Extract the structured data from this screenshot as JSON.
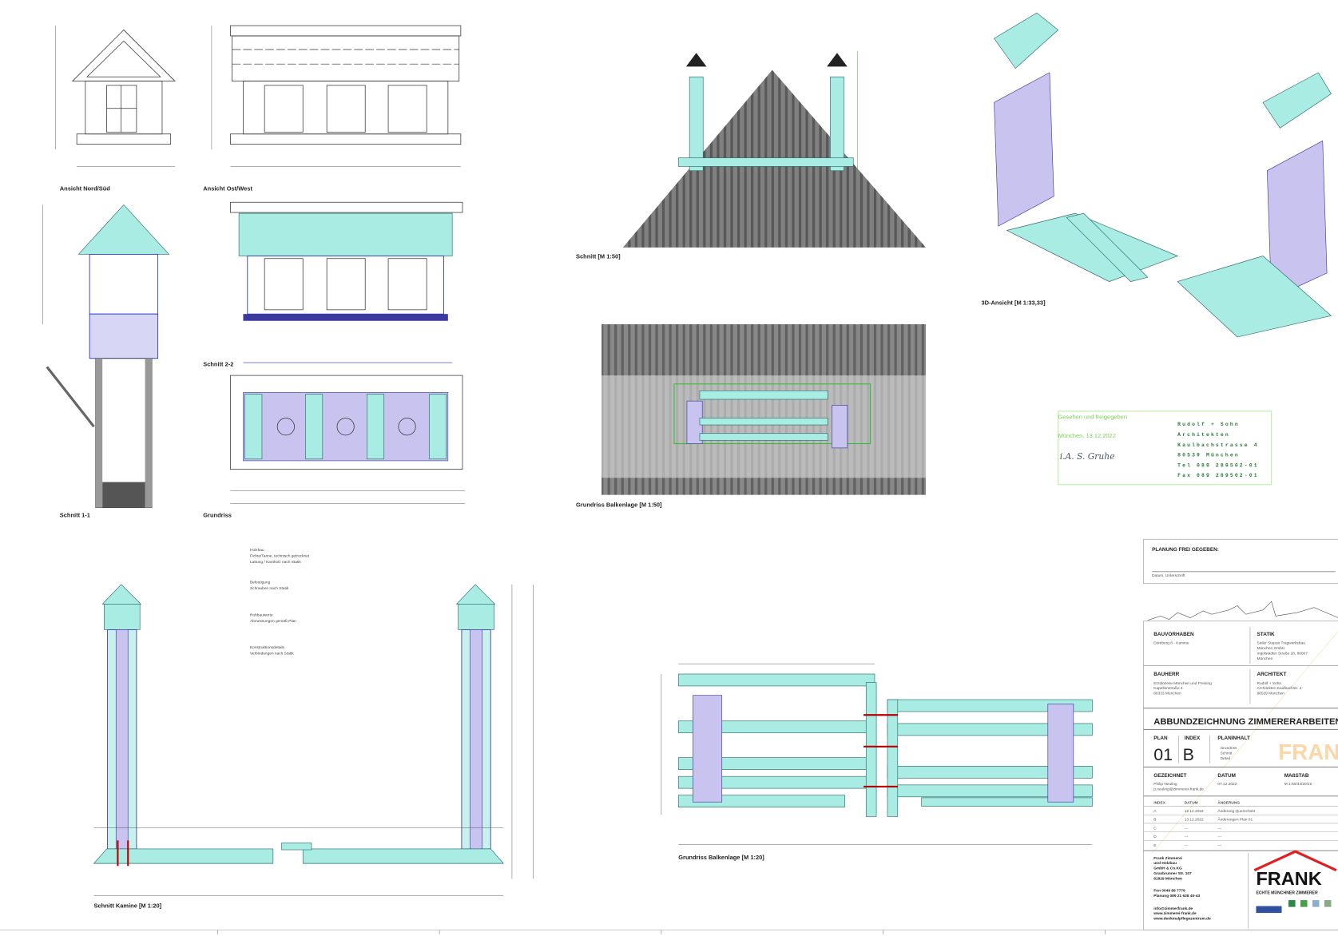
{
  "views": {
    "ansicht_nord_sued": "Ansicht Nord/Süd",
    "ansicht_ost_west": "Ansicht Ost/West",
    "schnitt_1_1": "Schnitt 1-1",
    "schnitt_2_2": "Schnitt 2-2",
    "grundriss": "Grundriss",
    "schnitt_m150": "Schnitt [M 1:50]",
    "grundriss_balkenlage_m150": "Grundriss Balkenlage [M 1:50]",
    "ansicht_3d": "3D-Ansicht [M 1:33,33]",
    "schnitt_kamine": "Schnitt Kamine [M 1:20]",
    "grundriss_balkenlage_m120": "Grundriss Balkenlage [M 1:20]"
  },
  "notes": [
    "Holzbau",
    "Fichte/Tanne, technisch getrocknet",
    "Lattung / Kantholz nach Statik",
    "Befestigung",
    "Schrauben nach Statik",
    "Rohbauwerte",
    "Abmessungen gemäß Plan",
    "Konstruktionsdetails",
    "Verbindungen nach Statik"
  ],
  "stamp": {
    "line1": "Gesehen und freigegeben",
    "line2": "München, 13.12.2022",
    "signature": "i.A. S. Gruhe",
    "office": [
      "Rudolf + Sohn",
      "Architekten",
      "Kaulbachstrasse 4",
      "80539 München",
      "Tel 089 289502-01",
      "Fax 089 289502-01"
    ]
  },
  "title_block": {
    "freigabe_title": "PLANUNG FREI GEGEBEN:",
    "freigabe_sub": "Datum, Unterschrift",
    "bauvorhaben_label": "BAUVORHABEN",
    "bauvorhaben": "Domberg 8 - Kamine",
    "statik_label": "STATIK",
    "statik": [
      "Seiler Stepan Tragwerksbau",
      "München GmbH",
      "Ingolstädter Straße 28, 80807",
      "München"
    ],
    "bauherr_label": "BAUHERR",
    "bauherr": [
      "Erzdiözese München und Freising",
      "Kapellenstraße 4",
      "80333 München"
    ],
    "architekt_label": "ARCHITEKT",
    "architekt": [
      "Rudolf + Sohn",
      "Architekten Kaulbachstr. 4",
      "80539 München"
    ],
    "title": "ABBUNDZEICHNUNG ZIMMERERARBEITEN",
    "plan_label": "PLAN",
    "plan": "01",
    "index_label": "INDEX",
    "index": "B",
    "planinhalt_label": "PLANINHALT",
    "planinhalt": [
      "Grundriss",
      "Schnitt",
      "Detail"
    ],
    "gezeichnet_label": "GEZEICHNET",
    "gezeichnet": [
      "Philip Neuling",
      "p.neuling@zimmerei-frank.de"
    ],
    "datum_label": "DATUM",
    "datum": "07.12.2022",
    "massstab_label": "MAßSTAB",
    "massstab": "M 1:50/33/20/10",
    "rev_headers": [
      "INDEX",
      "DATUM",
      "ÄNDERUNG"
    ],
    "revisions": [
      [
        "A",
        "12.12.2022",
        "Änderung Querschnitt"
      ],
      [
        "B",
        "13.12.2022",
        "Änderungen Plan 01"
      ],
      [
        "C",
        "---",
        "---"
      ],
      [
        "D",
        "---",
        "---"
      ],
      [
        "E",
        "---",
        "---"
      ]
    ],
    "company": [
      "Frank Zimmerei",
      "und Holzbau",
      "GmbH & Co.KG",
      "Grasbrunner Str. 107",
      "81829 München"
    ],
    "contact": [
      "Fon 0049 89 7779",
      "Planung 089 21 638 40-43"
    ],
    "web": [
      "info@zimmerfrank.de",
      "www.zimmerei-frank.de",
      "www.denkmalpflegezentrum.de"
    ],
    "logo": "FRANK",
    "slogan": "ECHTE MÜNCHNER ZIMMERER"
  },
  "colors": {
    "cyan": "#a8ece4",
    "lavender": "#c9c3f0",
    "stamp_green": "#7fd05a",
    "logo_red": "#e02020"
  }
}
